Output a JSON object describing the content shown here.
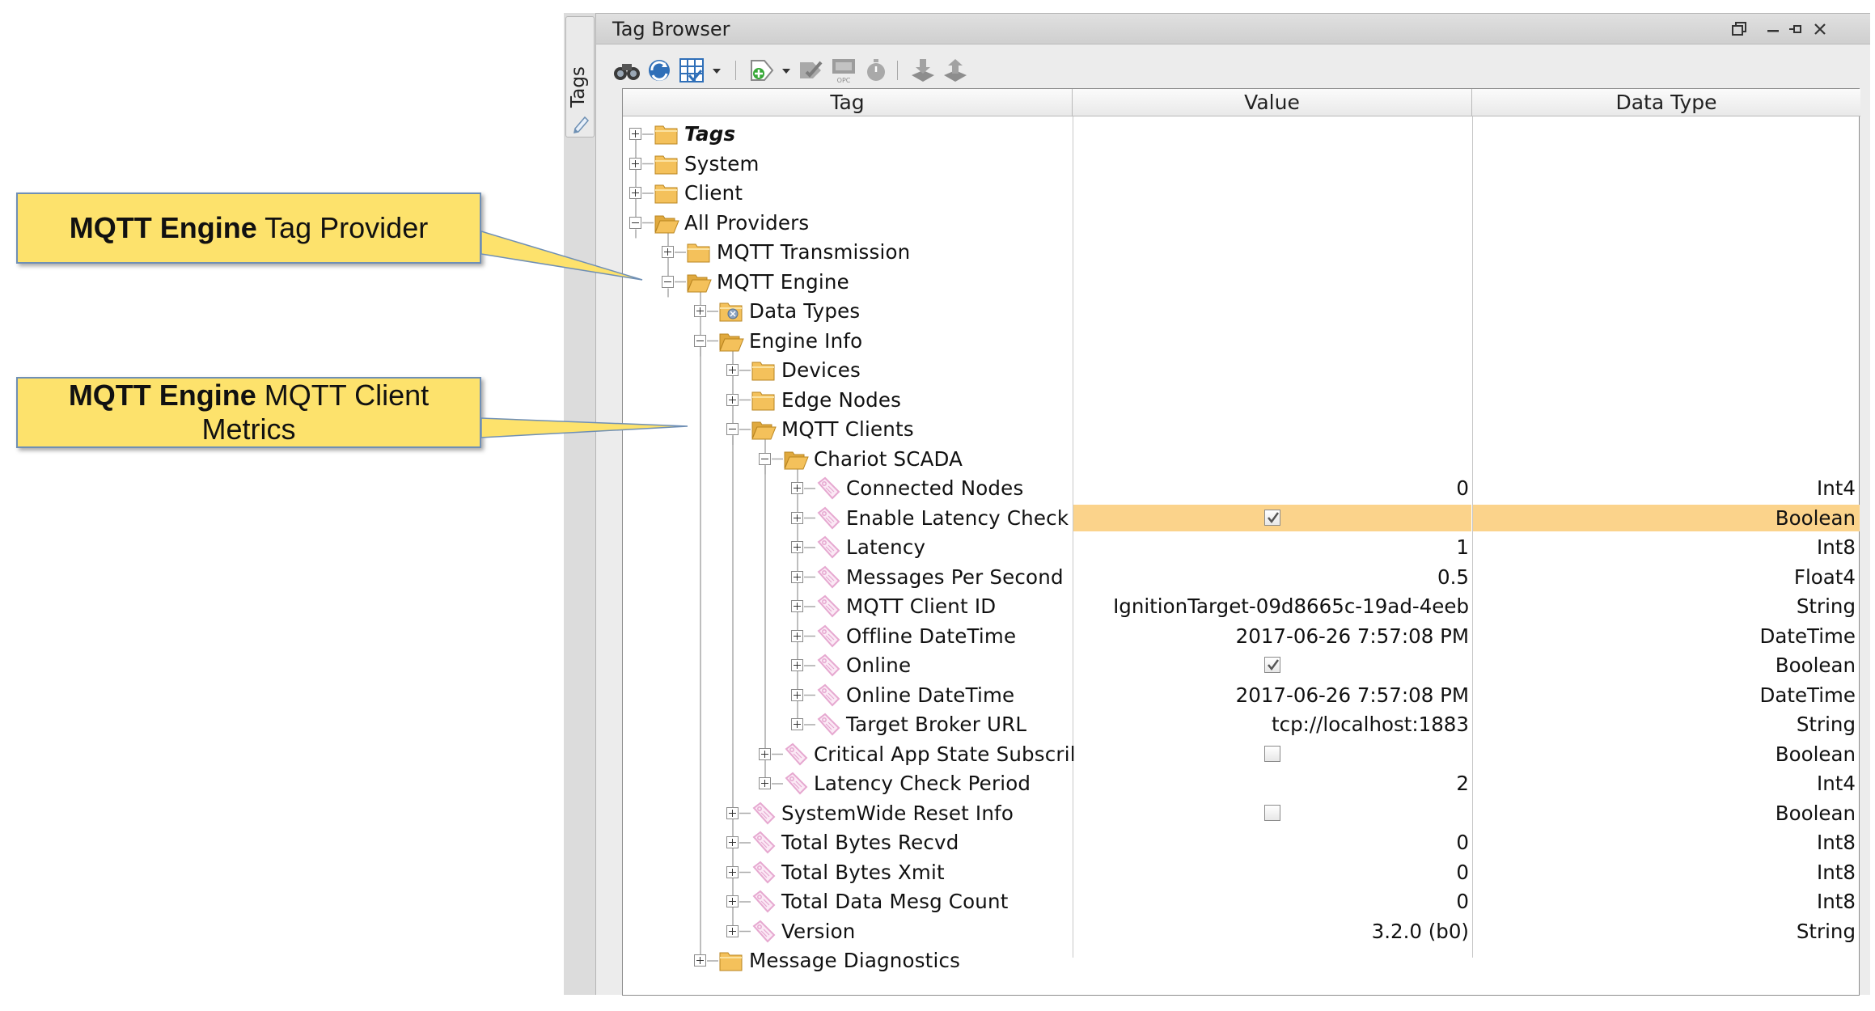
{
  "callouts": [
    {
      "bold": "MQTT Engine",
      "rest": " Tag Provider"
    },
    {
      "bold": "MQTT Engine",
      "rest": " MQTT Client Metrics"
    }
  ],
  "side_tab": {
    "label": "Tags",
    "icon": "pencil-icon"
  },
  "panel": {
    "title": "Tag Browser",
    "controls": [
      "restore-icon",
      "minimize-icon",
      "pin-icon",
      "close-icon"
    ]
  },
  "toolbar": {
    "icons": [
      "binoculars-icon",
      "refresh-globe-icon",
      "table-grid-icon",
      "dropdown-arrow-icon",
      "add-tag-icon",
      "dropdown-arrow-icon",
      "tag-edit-icon",
      "opc-icon",
      "timer-icon",
      "import-icon",
      "export-icon"
    ]
  },
  "columns": {
    "tag": "Tag",
    "value": "Value",
    "type": "Data Type"
  },
  "colors": {
    "selected_row": "#fbd38b",
    "callout_fill": "#fde26c",
    "callout_border": "#6f8fb5",
    "folder": "#f4c15b",
    "tag_icon": "#e6a8d0"
  },
  "rows": [
    {
      "label": "Tags",
      "depth": 0,
      "icon": "folder",
      "state": "collapsed",
      "italic": true,
      "value": "",
      "type": ""
    },
    {
      "label": "System",
      "depth": 0,
      "icon": "folder",
      "state": "collapsed",
      "value": "",
      "type": ""
    },
    {
      "label": "Client",
      "depth": 0,
      "icon": "folder",
      "state": "collapsed",
      "value": "",
      "type": ""
    },
    {
      "label": "All Providers",
      "depth": 0,
      "icon": "folder-open",
      "state": "expanded",
      "value": "",
      "type": ""
    },
    {
      "label": "MQTT Transmission",
      "depth": 1,
      "icon": "folder",
      "state": "collapsed",
      "value": "",
      "type": ""
    },
    {
      "label": "MQTT Engine",
      "depth": 1,
      "icon": "folder-open",
      "state": "expanded",
      "value": "",
      "type": ""
    },
    {
      "label": "Data Types",
      "depth": 2,
      "icon": "folder-types",
      "state": "collapsed",
      "value": "",
      "type": ""
    },
    {
      "label": "Engine Info",
      "depth": 2,
      "icon": "folder-open",
      "state": "expanded",
      "value": "",
      "type": ""
    },
    {
      "label": "Devices",
      "depth": 3,
      "icon": "folder",
      "state": "collapsed",
      "value": "",
      "type": ""
    },
    {
      "label": "Edge Nodes",
      "depth": 3,
      "icon": "folder",
      "state": "collapsed",
      "value": "",
      "type": ""
    },
    {
      "label": "MQTT Clients",
      "depth": 3,
      "icon": "folder-open",
      "state": "expanded",
      "value": "",
      "type": ""
    },
    {
      "label": "Chariot SCADA",
      "depth": 4,
      "icon": "folder-open",
      "state": "expanded",
      "value": "",
      "type": ""
    },
    {
      "label": "Connected Nodes",
      "depth": 5,
      "icon": "tag",
      "state": "collapsed",
      "value": "0",
      "type": "Int4"
    },
    {
      "label": "Enable Latency Check",
      "depth": 5,
      "icon": "tag",
      "state": "collapsed",
      "checkbox": true,
      "checked": true,
      "type": "Boolean",
      "selected": true
    },
    {
      "label": "Latency",
      "depth": 5,
      "icon": "tag",
      "state": "collapsed",
      "value": "1",
      "type": "Int8"
    },
    {
      "label": "Messages Per Second",
      "depth": 5,
      "icon": "tag",
      "state": "collapsed",
      "value": "0.5",
      "type": "Float4"
    },
    {
      "label": "MQTT Client ID",
      "depth": 5,
      "icon": "tag",
      "state": "collapsed",
      "value": "IgnitionTarget-09d8665c-19ad-4eeb",
      "type": "String"
    },
    {
      "label": "Offline DateTime",
      "depth": 5,
      "icon": "tag",
      "state": "collapsed",
      "value": "2017-06-26 7:57:08 PM",
      "type": "DateTime"
    },
    {
      "label": "Online",
      "depth": 5,
      "icon": "tag",
      "state": "collapsed",
      "checkbox": true,
      "checked": true,
      "type": "Boolean"
    },
    {
      "label": "Online DateTime",
      "depth": 5,
      "icon": "tag",
      "state": "collapsed",
      "value": "2017-06-26 7:57:08 PM",
      "type": "DateTime"
    },
    {
      "label": "Target Broker URL",
      "depth": 5,
      "icon": "tag",
      "state": "collapsed",
      "value": "tcp://localhost:1883",
      "type": "String"
    },
    {
      "label": "Critical App State Subscril",
      "depth": 4,
      "icon": "tag",
      "state": "collapsed",
      "checkbox": true,
      "checked": false,
      "type": "Boolean"
    },
    {
      "label": "Latency Check Period",
      "depth": 4,
      "icon": "tag",
      "state": "collapsed",
      "value": "2",
      "type": "Int4"
    },
    {
      "label": "SystemWide Reset Info",
      "depth": 3,
      "icon": "tag",
      "state": "collapsed",
      "checkbox": true,
      "checked": false,
      "type": "Boolean"
    },
    {
      "label": "Total Bytes Recvd",
      "depth": 3,
      "icon": "tag",
      "state": "collapsed",
      "value": "0",
      "type": "Int8"
    },
    {
      "label": "Total Bytes Xmit",
      "depth": 3,
      "icon": "tag",
      "state": "collapsed",
      "value": "0",
      "type": "Int8"
    },
    {
      "label": "Total Data Mesg Count",
      "depth": 3,
      "icon": "tag",
      "state": "collapsed",
      "value": "0",
      "type": "Int8"
    },
    {
      "label": "Version",
      "depth": 3,
      "icon": "tag",
      "state": "collapsed",
      "value": "3.2.0 (b0)",
      "type": "String"
    },
    {
      "label": "Message Diagnostics",
      "depth": 2,
      "icon": "folder",
      "state": "collapsed",
      "value": "",
      "type": ""
    }
  ]
}
